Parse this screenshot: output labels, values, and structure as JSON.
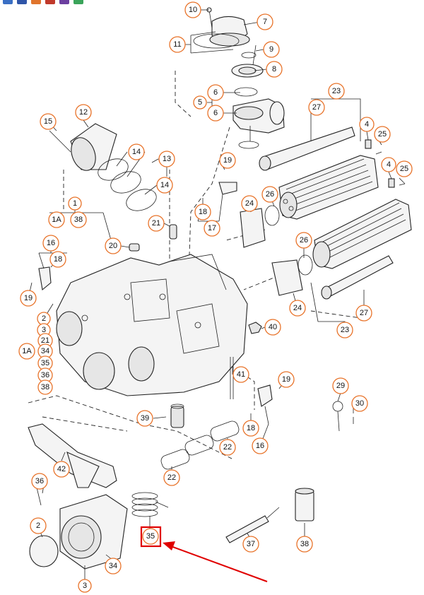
{
  "toolbar_colors": [
    "#3a6fc4",
    "#2f55a8",
    "#e0742c",
    "#c0392b",
    "#6c3fa0",
    "#3aa45a"
  ],
  "callouts": [
    {
      "id": "c10",
      "label": "10"
    },
    {
      "id": "c7",
      "label": "7"
    },
    {
      "id": "c11",
      "label": "11"
    },
    {
      "id": "c9",
      "label": "9"
    },
    {
      "id": "c8",
      "label": "8"
    },
    {
      "id": "c6a",
      "label": "6"
    },
    {
      "id": "c5",
      "label": "5"
    },
    {
      "id": "c6b",
      "label": "6"
    },
    {
      "id": "c23a",
      "label": "23"
    },
    {
      "id": "c27a",
      "label": "27"
    },
    {
      "id": "c12",
      "label": "12"
    },
    {
      "id": "c15",
      "label": "15"
    },
    {
      "id": "c4a",
      "label": "4"
    },
    {
      "id": "c25a",
      "label": "25"
    },
    {
      "id": "c14a",
      "label": "14"
    },
    {
      "id": "c13",
      "label": "13"
    },
    {
      "id": "c19a",
      "label": "19"
    },
    {
      "id": "c4b",
      "label": "4"
    },
    {
      "id": "c25b",
      "label": "25"
    },
    {
      "id": "c14b",
      "label": "14"
    },
    {
      "id": "c24a",
      "label": "24"
    },
    {
      "id": "c26a",
      "label": "26"
    },
    {
      "id": "c18a",
      "label": "18"
    },
    {
      "id": "c1",
      "label": "1"
    },
    {
      "id": "c1a1",
      "label": "1A"
    },
    {
      "id": "c38a",
      "label": "38"
    },
    {
      "id": "c17",
      "label": "17"
    },
    {
      "id": "c21a",
      "label": "21"
    },
    {
      "id": "c20",
      "label": "20"
    },
    {
      "id": "c16a",
      "label": "16"
    },
    {
      "id": "c18b",
      "label": "18"
    },
    {
      "id": "c26b",
      "label": "26"
    },
    {
      "id": "c19b",
      "label": "19"
    },
    {
      "id": "c24b",
      "label": "24"
    },
    {
      "id": "c27b",
      "label": "27"
    },
    {
      "id": "c2a",
      "label": "2"
    },
    {
      "id": "c3a",
      "label": "3"
    },
    {
      "id": "c21b",
      "label": "21"
    },
    {
      "id": "c1a2",
      "label": "1A"
    },
    {
      "id": "c34a",
      "label": "34"
    },
    {
      "id": "c35a",
      "label": "35"
    },
    {
      "id": "c36a",
      "label": "36"
    },
    {
      "id": "c38b",
      "label": "38"
    },
    {
      "id": "c23b",
      "label": "23"
    },
    {
      "id": "c40",
      "label": "40"
    },
    {
      "id": "c41",
      "label": "41"
    },
    {
      "id": "c19c",
      "label": "19"
    },
    {
      "id": "c29",
      "label": "29"
    },
    {
      "id": "c30",
      "label": "30"
    },
    {
      "id": "c39",
      "label": "39"
    },
    {
      "id": "c18c",
      "label": "18"
    },
    {
      "id": "c22a",
      "label": "22"
    },
    {
      "id": "c16b",
      "label": "16"
    },
    {
      "id": "c42",
      "label": "42"
    },
    {
      "id": "c36b",
      "label": "36"
    },
    {
      "id": "c22b",
      "label": "22"
    },
    {
      "id": "c2b",
      "label": "2"
    },
    {
      "id": "c35b",
      "label": "35"
    },
    {
      "id": "c37",
      "label": "37"
    },
    {
      "id": "c38c",
      "label": "38"
    },
    {
      "id": "c34b",
      "label": "34"
    },
    {
      "id": "c3b",
      "label": "3"
    }
  ],
  "highlight": {
    "target_label": "35",
    "color": "#e00000"
  }
}
